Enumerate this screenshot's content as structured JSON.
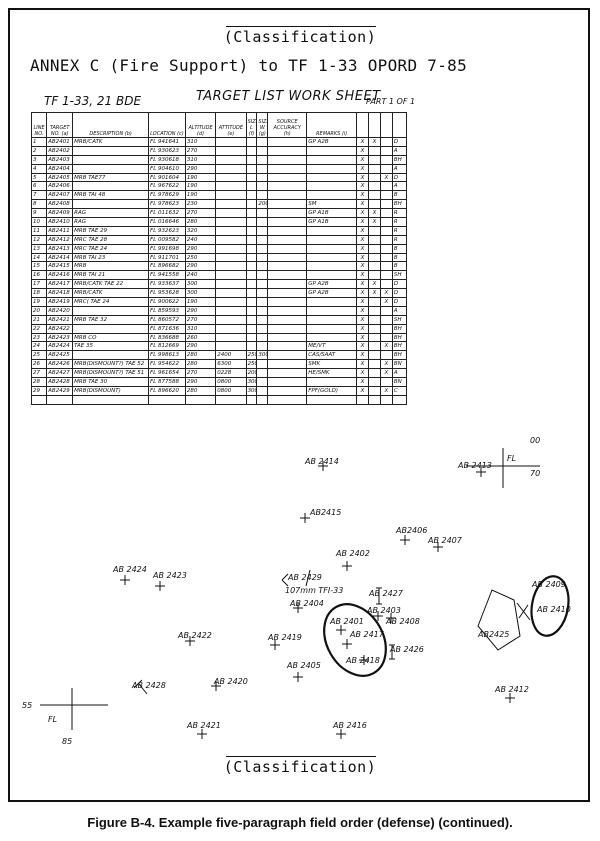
{
  "classification": "(Classification)",
  "annex_title": "ANNEX C (Fire Support) to TF 1-33 OPORD 7-85",
  "worksheet": {
    "unit": "TF 1-33, 21 BDE",
    "title": "TARGET LIST WORK SHEET",
    "part": "PART 1 OF 1",
    "columns": [
      "LINE NO.",
      "TARGET NO. (a)",
      "DESCRIPTION (b)",
      "LOCATION (c)",
      "ALTITUDE (d)",
      "ATTITUDE (e)",
      "SIZE L (f)",
      "SIZE W (g)",
      "SOURCE ACCURACY (h)",
      "REMARKS (i)",
      "",
      "",
      "",
      ""
    ],
    "rows": [
      [
        "1",
        "AB2401",
        "MRB/CATK",
        "FL 941641",
        "310",
        "",
        "",
        "",
        "",
        "GP A2B",
        "X",
        "X",
        "",
        "D"
      ],
      [
        "2",
        "AB2402",
        "",
        "FL 930623",
        "270",
        "",
        "",
        "",
        "",
        "",
        "X",
        "",
        "",
        "A"
      ],
      [
        "3",
        "AB2403",
        "",
        "FL 930618",
        "310",
        "",
        "",
        "",
        "",
        "",
        "X",
        "",
        "",
        "BH"
      ],
      [
        "4",
        "AB2404",
        "",
        "FL 904610",
        "290",
        "",
        "",
        "",
        "",
        "",
        "X",
        "",
        "",
        "A"
      ],
      [
        "5",
        "AB2405",
        "MRB TAE77",
        "FL 901604",
        "190",
        "",
        "",
        "",
        "",
        "",
        "X",
        "",
        "X",
        "D"
      ],
      [
        "6",
        "AB2406",
        "",
        "FL 967622",
        "190",
        "",
        "",
        "",
        "",
        "",
        "X",
        "",
        "",
        "A"
      ],
      [
        "7",
        "AB2407",
        "MRB TAI 48",
        "FL 978629",
        "190",
        "",
        "",
        "",
        "",
        "",
        "X",
        "",
        "",
        "B"
      ],
      [
        "8",
        "AB2408",
        "",
        "FL 978623",
        "230",
        "",
        "",
        "200",
        "",
        "SM",
        "X",
        "",
        "",
        "BH"
      ],
      [
        "9",
        "AB2409",
        "RAG",
        "FL 011632",
        "270",
        "",
        "",
        "",
        "",
        "GP A1B",
        "X",
        "X",
        "",
        "R"
      ],
      [
        "10",
        "AB2410",
        "RAG",
        "FL 016646",
        "280",
        "",
        "",
        "",
        "",
        "GP A1B",
        "X",
        "X",
        "",
        "R"
      ],
      [
        "11",
        "AB2411",
        "MRB TAE 29",
        "FL 932623",
        "320",
        "",
        "",
        "",
        "",
        "",
        "X",
        "",
        "",
        "R"
      ],
      [
        "12",
        "AB2412",
        "MRC TAE 28",
        "FL 009582",
        "240",
        "",
        "",
        "",
        "",
        "",
        "X",
        "",
        "",
        "R"
      ],
      [
        "13",
        "AB2413",
        "MRC TAE 24",
        "FL 991698",
        "290",
        "",
        "",
        "",
        "",
        "",
        "X",
        "",
        "",
        "B"
      ],
      [
        "14",
        "AB2414",
        "MRB TAI 23",
        "FL 911701",
        "250",
        "",
        "",
        "",
        "",
        "",
        "X",
        "",
        "",
        "B"
      ],
      [
        "15",
        "AB2415",
        "MRB",
        "FL 896682",
        "290",
        "",
        "",
        "",
        "",
        "",
        "X",
        "",
        "",
        "B"
      ],
      [
        "16",
        "AB2416",
        "MRB TAI 21",
        "FL 941558",
        "240",
        "",
        "",
        "",
        "",
        "",
        "X",
        "",
        "",
        "SH"
      ],
      [
        "17",
        "AB2417",
        "MRB/CATK TAE 22",
        "FL 933637",
        "300",
        "",
        "",
        "",
        "",
        "GP A2B",
        "X",
        "X",
        "",
        "D"
      ],
      [
        "18",
        "AB2418",
        "MRB/CATK",
        "FL 953628",
        "300",
        "",
        "",
        "",
        "",
        "GP A2B",
        "X",
        "X",
        "X",
        "D"
      ],
      [
        "19",
        "AB2419",
        "MRC( TAE 24",
        "FL 900622",
        "190",
        "",
        "",
        "",
        "",
        "",
        "X",
        "",
        "X",
        "D"
      ],
      [
        "20",
        "AB2420",
        "",
        "FL 859593",
        "290",
        "",
        "",
        "",
        "",
        "",
        "X",
        "",
        "",
        "A"
      ],
      [
        "21",
        "AB2421",
        "MRB TAE 32",
        "FL 860572",
        "270",
        "",
        "",
        "",
        "",
        "",
        "X",
        "",
        "",
        "SH"
      ],
      [
        "22",
        "AB2422",
        "",
        "FL 871636",
        "310",
        "",
        "",
        "",
        "",
        "",
        "X",
        "",
        "",
        "BH"
      ],
      [
        "23",
        "AB2423",
        "MRB CO",
        "FL 836688",
        "260",
        "",
        "",
        "",
        "",
        "",
        "X",
        "",
        "",
        "BH"
      ],
      [
        "24",
        "AB2424",
        "TAE 35",
        "FL 812669",
        "290",
        "",
        "",
        "",
        "",
        "ME/VT",
        "X",
        "",
        "X",
        "BH"
      ],
      [
        "25",
        "AB2425",
        "",
        "FL 998613",
        "280",
        "2400",
        "250",
        "300",
        "",
        "CAS/SAAT",
        "X",
        "",
        "",
        "BH"
      ],
      [
        "26",
        "AB2426",
        "MRB(DISMOUNT?) TAE 52",
        "FL 954622",
        "280",
        "6300",
        "250",
        "",
        "",
        "SMK",
        "X",
        "",
        "X",
        "BN"
      ],
      [
        "27",
        "AB2427",
        "MRB(DISMOUNT?) TAE 51",
        "FL 961654",
        "270",
        "0228",
        "200",
        "",
        "",
        "HE/SMK",
        "X",
        "",
        "X",
        "A"
      ],
      [
        "28",
        "AB2428",
        "MRB TAE 30",
        "FL 877588",
        "290",
        "0800",
        "300",
        "",
        "",
        "",
        "X",
        "",
        "",
        "BN"
      ],
      [
        "29",
        "AB2429",
        "MRB(DISMOUNT)",
        "FL 896620",
        "280",
        "0800",
        "300",
        "",
        "",
        "FPF(GOLD)",
        "X",
        "",
        "X",
        "C"
      ]
    ]
  },
  "sketch": {
    "grid_marks": {
      "top_right_northing": "00",
      "top_right_easting": "70",
      "top_right_fl": "FL",
      "left_northing": "55",
      "left_fl": "FL",
      "left_easting": "85"
    },
    "targets": [
      "AB 2414",
      "AB 2413",
      "AB2415",
      "AB2406",
      "AB 2407",
      "AB 2402",
      "AB 2424",
      "AB 2423",
      "AB 2429",
      "107mm TFI-33",
      "AB 2404",
      "AB 2427",
      "AB 2409",
      "AB 2403",
      "AB 2408",
      "AB 2410",
      "AB 2401",
      "AB 2417",
      "AB2425",
      "AB 2422",
      "AB 2419",
      "AB 2418",
      "AB 2426",
      "AB 2428",
      "AB 2420",
      "AB 2405",
      "AB 2412",
      "AB 2421",
      "AB 2416"
    ]
  },
  "caption": "Figure B-4.  Example five-paragraph field order (defense) (continued)."
}
